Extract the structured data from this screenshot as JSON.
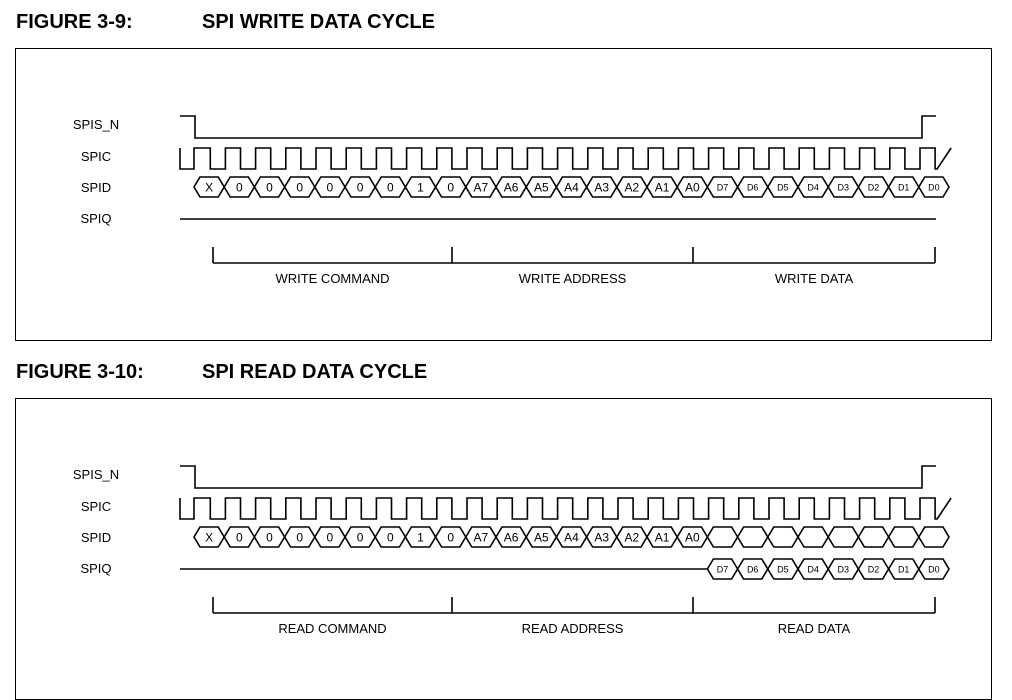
{
  "figures": [
    {
      "number": "FIGURE 3-9:",
      "title": "SPI WRITE DATA CYCLE",
      "signals": [
        "SPIS_N",
        "SPIC",
        "SPID",
        "SPIQ"
      ],
      "spid_cells": [
        "X",
        "0",
        "0",
        "0",
        "0",
        "0",
        "0",
        "1",
        "0",
        "A7",
        "A6",
        "A5",
        "A4",
        "A3",
        "A2",
        "A1",
        "A0",
        "D7",
        "D6",
        "D5",
        "D4",
        "D3",
        "D2",
        "D1",
        "D0"
      ],
      "spiq_cells": [],
      "sections": [
        "WRITE COMMAND",
        "WRITE ADDRESS",
        "WRITE DATA"
      ]
    },
    {
      "number": "FIGURE 3-10:",
      "title": "SPI READ DATA CYCLE",
      "signals": [
        "SPIS_N",
        "SPIC",
        "SPID",
        "SPIQ"
      ],
      "spid_cells": [
        "X",
        "0",
        "0",
        "0",
        "0",
        "0",
        "0",
        "1",
        "0",
        "A7",
        "A6",
        "A5",
        "A4",
        "A3",
        "A2",
        "A1",
        "A0",
        "",
        "",
        "",
        "",
        "",
        "",
        "",
        ""
      ],
      "spiq_cells": [
        "",
        "",
        "",
        "",
        "",
        "",
        "",
        "",
        "",
        "",
        "",
        "",
        "",
        "",
        "",
        "",
        "",
        "D7",
        "D6",
        "D5",
        "D4",
        "D3",
        "D2",
        "D1",
        "D0"
      ],
      "sections": [
        "READ COMMAND",
        "READ ADDRESS",
        "READ DATA"
      ]
    }
  ]
}
